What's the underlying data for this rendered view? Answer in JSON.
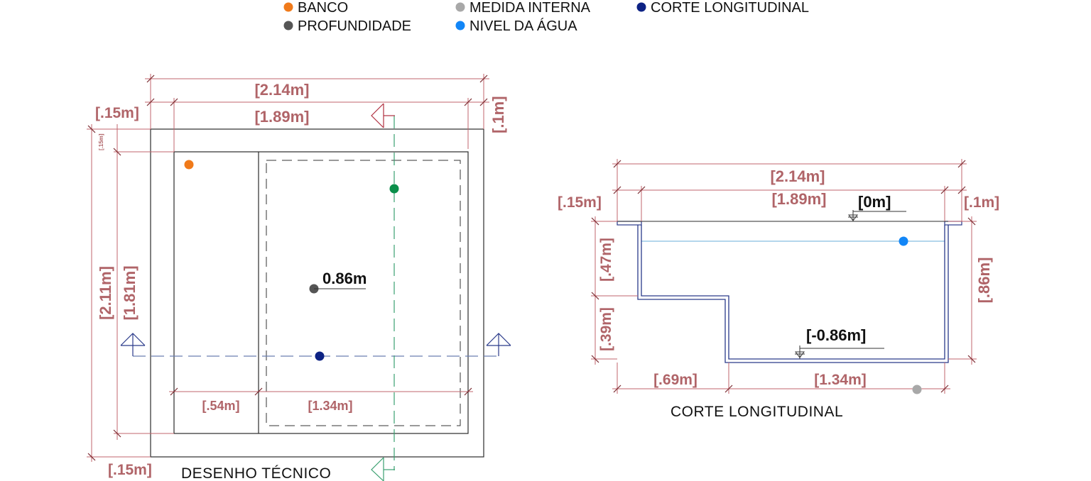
{
  "legend": {
    "items": [
      {
        "label": "BANCO",
        "color": "#f07a1a"
      },
      {
        "label": "MEDIDA INTERNA",
        "color": "#a8a8a8"
      },
      {
        "label": "CORTE LONGITUDINAL",
        "color": "#0d2284"
      },
      {
        "label": "PROFUNDIDADE",
        "color": "#555555"
      },
      {
        "label": "NIVEL DA ÁGUA",
        "color": "#1286f7"
      }
    ]
  },
  "colors": {
    "dimension": "#b06468",
    "outline": "#2b2b2b",
    "section_cut": "#6a7fb0",
    "cross_cut": "#3aa070",
    "water_line": "#9cc8e6",
    "profile": "#2a3a8a",
    "marker_green": "#0a8f4a"
  },
  "plan": {
    "caption": "DESENHO TÉCNICO",
    "dims": {
      "total_width": "[2.14m]",
      "inner_width": "[1.89m]",
      "wall_left": "[.15m]",
      "wall_right": "[.1m]",
      "wall_top_small": "[.15m]",
      "total_length": "[2.11m]",
      "inner_length": "[1.81m]",
      "bench_width": "[.54m]",
      "deep_width": "[1.34m]",
      "wall_bottom": "[.15m]"
    },
    "depth_label": "0.86m"
  },
  "section": {
    "caption": "CORTE LONGITUDINAL",
    "dims": {
      "total_width": "[2.14m]",
      "inner_width": "[1.89m]",
      "wall_left": "[.15m]",
      "wall_right": "[.1m]",
      "bench_height": "[.47m]",
      "step_height": "[.39m]",
      "total_depth": "[.86m]",
      "bench_length": "[.69m]",
      "deep_length": "[1.34m]"
    },
    "level_top": "[0m]",
    "level_bottom": "[-0.86m]"
  }
}
